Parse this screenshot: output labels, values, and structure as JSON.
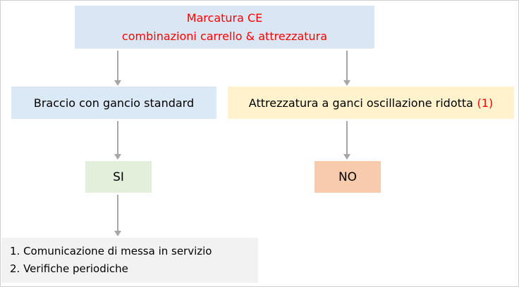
{
  "flow": {
    "title": {
      "line1": "Marcatura CE",
      "line2": "combinazioni carrello & attrezzatura"
    },
    "left_branch": {
      "label": "Braccio con gancio standard"
    },
    "right_branch": {
      "label": "Attrezzatura a ganci oscillazione ridotta",
      "note": "(1)"
    },
    "left_result": {
      "label": "SI"
    },
    "right_result": {
      "label": "NO"
    },
    "outcome": {
      "line1": "1. Comunicazione di messa in servizio",
      "line2": "2. Verifiche periodiche"
    },
    "colors": {
      "title_bg": "#dae6f3",
      "left_branch_bg": "#dbe8f6",
      "right_branch_bg": "#fff2cc",
      "si_bg": "#e2efda",
      "no_bg": "#f8cbad",
      "outcome_bg": "#f2f2f2",
      "accent_red": "#ff0000",
      "arrow": "#a6a6a6"
    }
  }
}
